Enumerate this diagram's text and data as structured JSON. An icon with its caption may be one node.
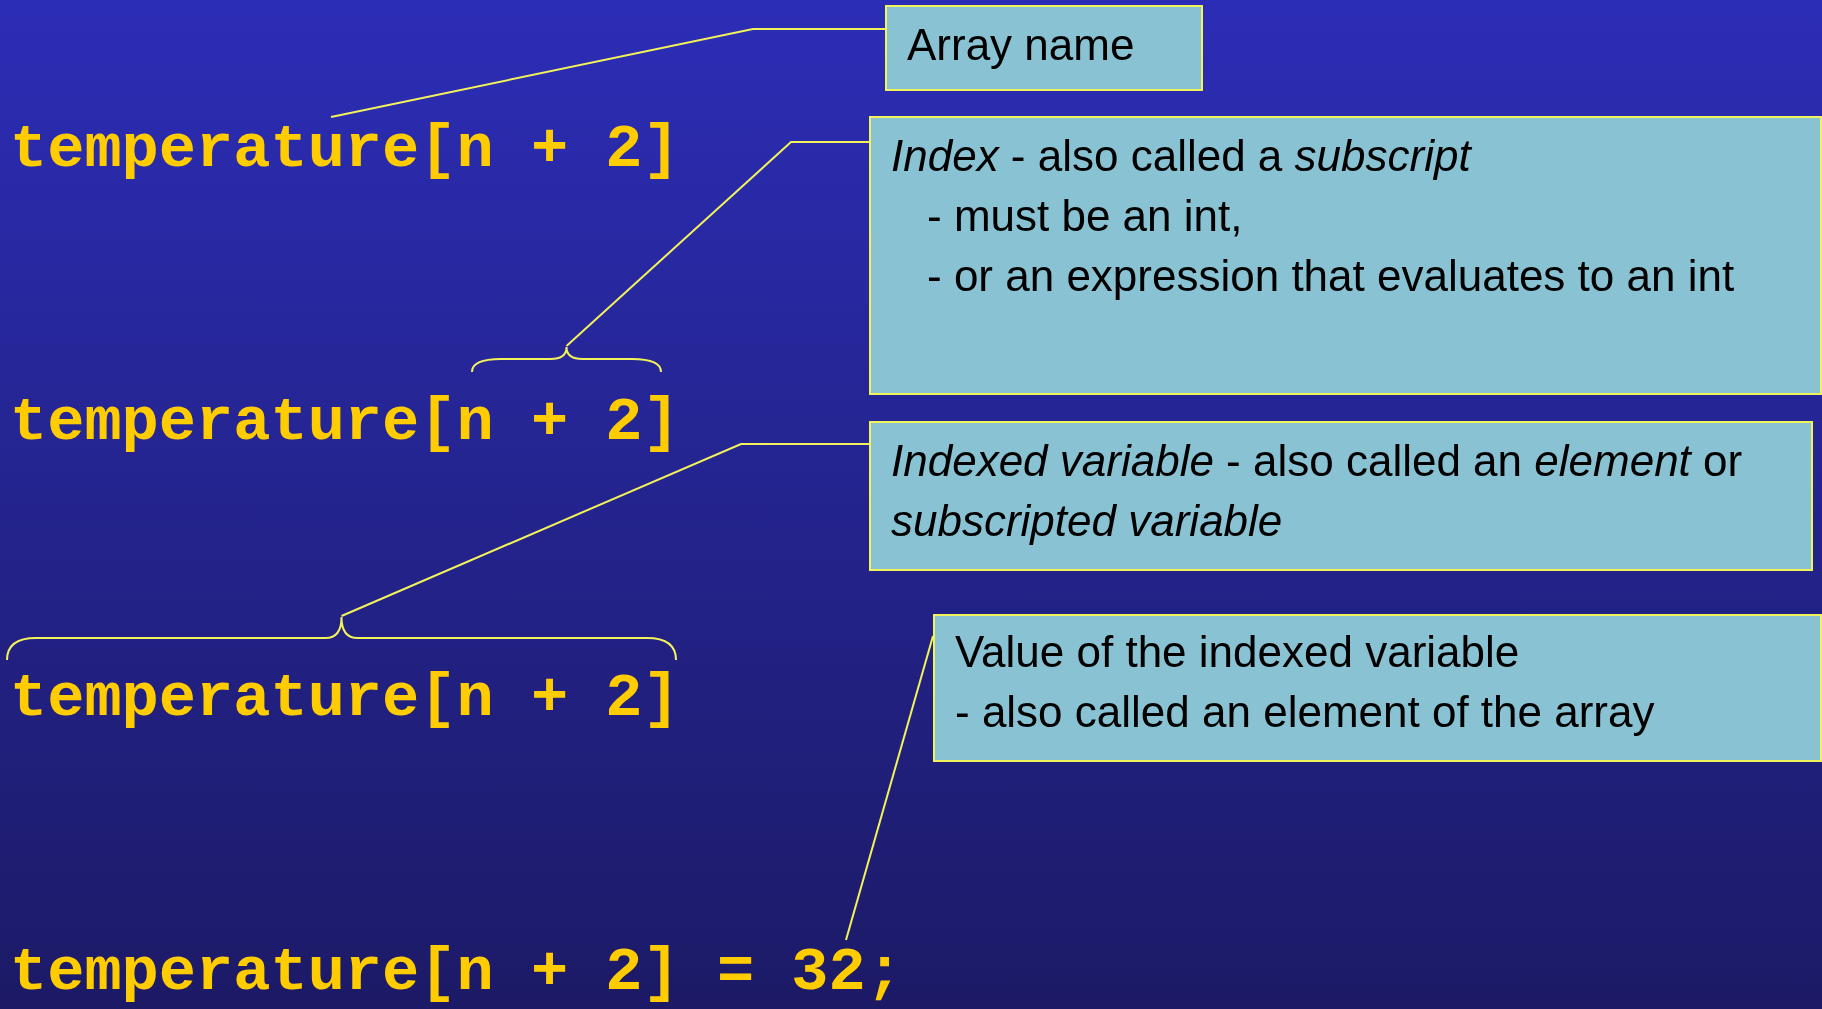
{
  "diagram": {
    "nodes": [
      {
        "text": [
          "temperature[n + 2]"
        ]
      },
      {
        "text": [
          "Array name"
        ]
      },
      {
        "text": [
          "*Index* - also called a *subscript*",
          "- must be an int,",
          "- or an expression that evaluates to an int"
        ]
      },
      {
        "text": [],
        "shape": "brace"
      },
      {
        "text": [
          "temperature[n + 2]"
        ]
      },
      {
        "text": [
          "*Indexed variable* - also called an *element* or *subscripted variable*"
        ]
      },
      {
        "text": [],
        "shape": "brace"
      },
      {
        "text": [
          "temperature[n + 2]"
        ]
      },
      {
        "text": [
          "Value of the indexed variable",
          "- also called an element of the array"
        ]
      },
      {
        "text": [
          "temperature[n + 2] = 32;"
        ]
      }
    ],
    "edges": [
      {
        "from": 1,
        "to": 0,
        "arrow": "none"
      },
      {
        "from": 2,
        "to": 3,
        "arrow": "none"
      },
      {
        "from": 5,
        "to": 6,
        "arrow": "none"
      },
      {
        "from": 8,
        "to": 9,
        "arrow": "none"
      }
    ]
  }
}
